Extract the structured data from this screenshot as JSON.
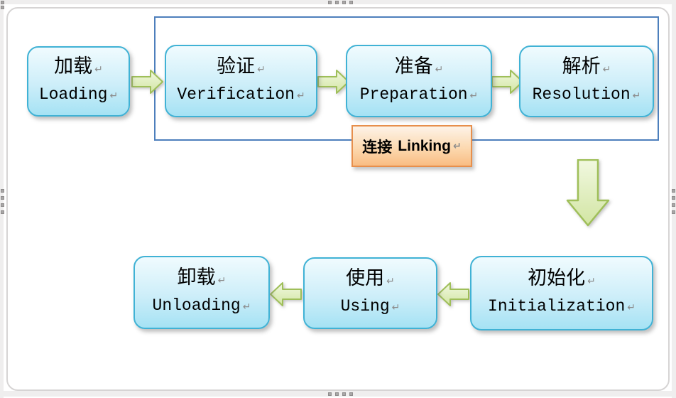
{
  "boxes": {
    "loading": {
      "zh": "加载",
      "en": "Loading"
    },
    "verification": {
      "zh": "验证",
      "en": "Verification"
    },
    "preparation": {
      "zh": "准备",
      "en": "Preparation"
    },
    "resolution": {
      "zh": "解析",
      "en": "Resolution"
    },
    "initialization": {
      "zh": "初始化",
      "en": "Initialization"
    },
    "using": {
      "zh": "使用",
      "en": "Using"
    },
    "unloading": {
      "zh": "卸载",
      "en": "Unloading"
    }
  },
  "linking": {
    "zh": "连接",
    "en": "Linking"
  },
  "marks": {
    "return_mark": "↵"
  },
  "colors": {
    "box_border": "#40b2d5",
    "box_fill_top": "#f0fbfe",
    "box_fill_bottom": "#a5e2f4",
    "group_border": "#4d7fbc",
    "arrow_border": "#9fbf59",
    "arrow_fill_top": "#eff6dc",
    "arrow_fill_bottom": "#d2e5a3",
    "linking_border": "#e78f4c",
    "linking_fill_top": "#fdf3e8",
    "linking_fill_bottom": "#f9bd83"
  }
}
